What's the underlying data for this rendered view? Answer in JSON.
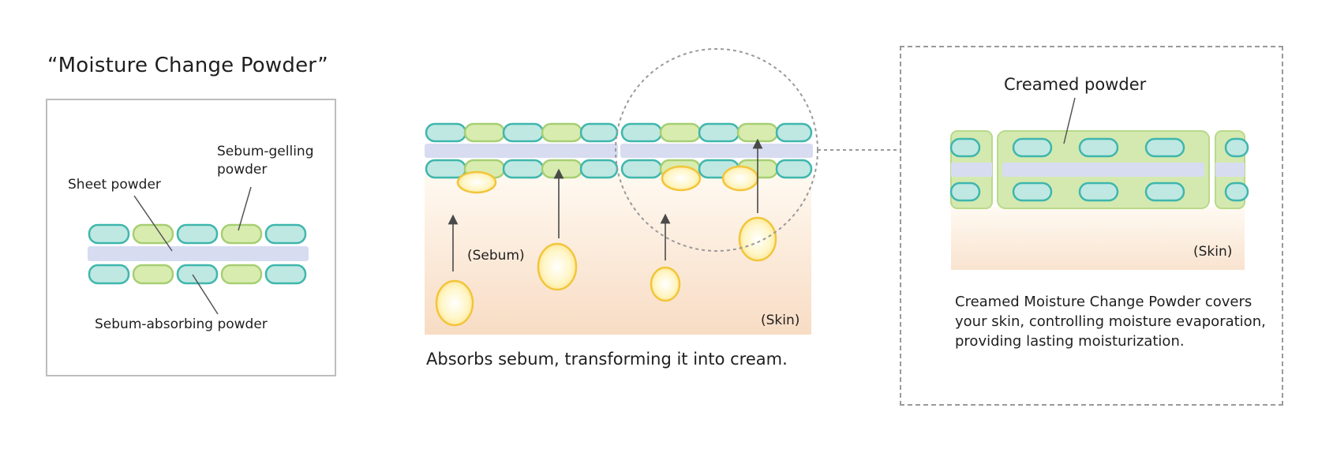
{
  "panel1": {
    "title": "“Moisture Change Powder”",
    "labels": {
      "sebum_gelling_line1": "Sebum-gelling",
      "sebum_gelling_line2": "powder",
      "sheet_powder": "Sheet powder",
      "sebum_absorbing": "Sebum-absorbing powder"
    }
  },
  "panel2": {
    "sebum_label": "(Sebum)",
    "skin_label": "(Skin)",
    "caption": "Absorbs sebum, transforming it into cream."
  },
  "panel3": {
    "title": "Creamed powder",
    "skin_label": "(Skin)",
    "description": "Creamed Moisture Change Powder covers your skin, controlling moisture evaporation, providing lasting moisturization."
  },
  "colors": {
    "teal_powder": "#bfe8e2",
    "teal_border": "#3fb6ad",
    "green_powder": "#d9ecb0",
    "green_border": "#a6cf73",
    "sheet": "#d7dcf1",
    "sebum_fill": "#fff9d6",
    "sebum_border": "#f2c53a",
    "skin_top": "#fdf6e6",
    "skin_bottom": "#f8dcc4"
  }
}
